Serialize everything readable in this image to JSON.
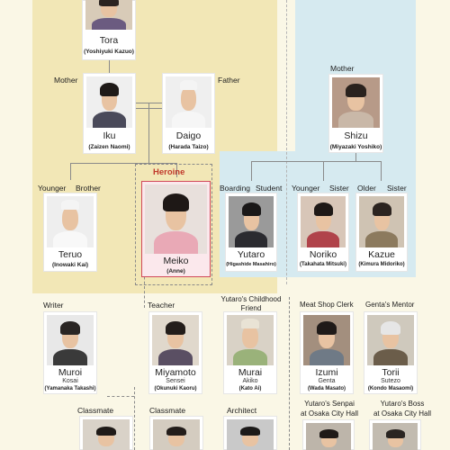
{
  "colors": {
    "page_background": "#faf7e6",
    "left_panel": "#f2e7b6",
    "right_panel": "#d6eaf0",
    "connector": "#8a8a8a",
    "heroine_accent": "#c0392b"
  },
  "relations": {
    "mother_left": "Mother",
    "father": "Father",
    "mother_right": "Mother",
    "younger": "Younger",
    "brother": "Brother",
    "heroine": "Heroine",
    "boarding": "Boarding",
    "student": "Student",
    "younger_sister_1": "Younger",
    "sister_1": "Sister",
    "older": "Older",
    "sister_2": "Sister"
  },
  "roles": {
    "writer": "Writer",
    "teacher": "Teacher",
    "yutaro_friend_1": "Yutaro's Childhood",
    "yutaro_friend_2": "Friend",
    "meat_shop_clerk": "Meat Shop Clerk",
    "gentas_mentor": "Genta's Mentor",
    "classmate_1": "Classmate",
    "classmate_2": "Classmate",
    "architect": "Architect",
    "senpai_1": "Yutaro's Senpai",
    "senpai_2": "at Osaka City Hall",
    "boss_1": "Yutaro's Boss",
    "boss_2": "at Osaka City Hall"
  },
  "characters": {
    "tora": {
      "name": "Tora",
      "actor": "(Yoshiyuki Kazuo)"
    },
    "iku": {
      "name": "Iku",
      "actor": "(Zaizen Naomi)"
    },
    "daigo": {
      "name": "Daigo",
      "actor": "(Harada Taizo)"
    },
    "shizu": {
      "name": "Shizu",
      "actor": "(Miyazaki Yoshiko)"
    },
    "teruo": {
      "name": "Teruo",
      "actor": "(Inowaki Kai)"
    },
    "meiko": {
      "name": "Meiko",
      "actor": "(Anne)"
    },
    "yutaro": {
      "name": "Yutaro",
      "actor": "(Higashide Masahiro)"
    },
    "noriko": {
      "name": "Noriko",
      "actor": "(Takahata Mitsuki)"
    },
    "kazue": {
      "name": "Kazue",
      "actor": "(Kimura Midoriko)"
    },
    "muroi": {
      "name": "Muroi",
      "sub": "Kosai",
      "actor": "(Yamanaka Takashi)"
    },
    "miyamoto": {
      "name": "Miyamoto",
      "sub": "Sensei",
      "actor": "(Okunuki Kaoru)"
    },
    "murai": {
      "name": "Murai",
      "sub": "Akiko",
      "actor": "(Kato Ai)"
    },
    "izumi": {
      "name": "Izumi",
      "sub": "Genta",
      "actor": "(Wada Masato)"
    },
    "torii": {
      "name": "Torii",
      "sub": "Sutezo",
      "actor": "(Kondo Masaomi)"
    }
  }
}
